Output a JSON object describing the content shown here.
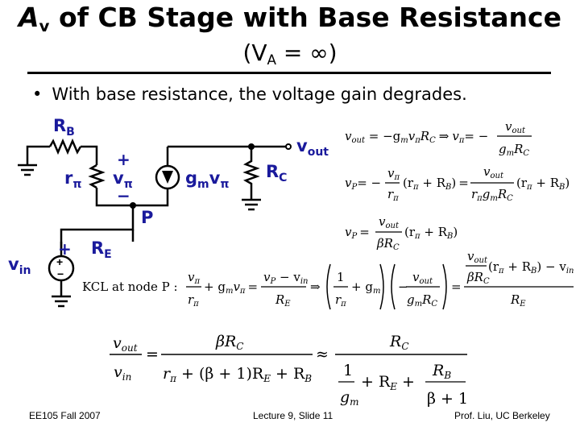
{
  "title": {
    "line1_a": "A",
    "line1_sub": "v",
    "line1_rest": " of CB Stage with Base Resistance",
    "line2_open": "(V",
    "line2_sub": "A",
    "line2_rest": " = ∞)"
  },
  "bullet": "With base resistance, the voltage gain degrades.",
  "circuit": {
    "rb": "R",
    "rb_sub": "B",
    "vout": "v",
    "vout_sub": "out",
    "plus1": "+",
    "minus1": "−",
    "rpi": "r",
    "rpi_sub": "π",
    "vpi": "v",
    "vpi_sub": "π",
    "gm": "g",
    "gm_sub": "m",
    "gm_v": "v",
    "gm_v_sub": "π",
    "rc": "R",
    "rc_sub": "C",
    "node_p": "P",
    "plus2": "+",
    "re": "R",
    "re_sub": "E",
    "vin": "v",
    "vin_sub": "in",
    "colors": {
      "circuit_blue": "#1a1a9c"
    }
  },
  "equations": {
    "eq1": {
      "lhs": "v",
      "lhs_sub": "out",
      "mid": " = −g",
      "mid_sub": "m",
      "mid2": "v",
      "mid2_sub": "π",
      "mid3": "R",
      "mid3_sub": "C",
      "arrow": "⇒",
      "v": "v",
      "v_sub": "π",
      "eq": "= −",
      "num": "v",
      "num_sub": "out",
      "den": "g",
      "den_sub": "m",
      "den2": "R",
      "den2_sub": "C"
    },
    "eq2": {
      "lhs": "v",
      "lhs_sub": "P",
      "eq": "= −",
      "n1": "v",
      "n1_sub": "π",
      "d1": "r",
      "d1_sub": "π",
      "p1": "(r",
      "p1_sub": "π",
      "p1b": " + R",
      "p1b_sub": "B",
      "p1c": ")",
      "eq2": "=",
      "n2": "v",
      "n2_sub": "out",
      "d2": "r",
      "d2_sub": "π",
      "d2b": "g",
      "d2b_sub": "m",
      "d2c": "R",
      "d2c_sub": "C",
      "p2": "(r",
      "p2_sub": "π",
      "p2b": " + R",
      "p2b_sub": "B",
      "p2c": ")"
    },
    "eq3": {
      "lhs": "v",
      "lhs_sub": "P",
      "eq": "=",
      "n": "v",
      "n_sub": "out",
      "d": "βR",
      "d_sub": "C",
      "p": "(r",
      "p_sub": "π",
      "pb": " + R",
      "pb_sub": "B",
      "pc": ")"
    },
    "kcl": {
      "label": "KCL at node P :",
      "n1": "v",
      "n1_sub": "π",
      "d1": "r",
      "d1_sub": "π",
      "t2": "+ g",
      "t2_sub": "m",
      "t2b": "v",
      "t2b_sub": "π",
      "eq": "=",
      "n3": "v",
      "n3_sub": "P",
      "n3b": " − v",
      "n3b_sub": "in",
      "d3": "R",
      "d3_sub": "E",
      "arrow": "⇒",
      "o1": "1",
      "o2": "r",
      "o2_sub": "π",
      "o3": "+ g",
      "o3_sub": "m",
      "o4": "v",
      "o4_sub": "out",
      "o5": "g",
      "o5_sub": "m",
      "o6": "R",
      "o6_sub": "C",
      "eq2": "=",
      "r1": "v",
      "r1_sub": "out",
      "r2": "βR",
      "r2_sub": "C",
      "r3": "(r",
      "r3_sub": "π",
      "r4": " + R",
      "r4_sub": "B",
      "r5": ") − v",
      "r5_sub": "in",
      "r6": "R",
      "r6_sub": "E"
    },
    "final": {
      "n": "v",
      "n_sub": "out",
      "d": "v",
      "d_sub": "in",
      "eq": "=",
      "n2": "βR",
      "n2_sub": "C",
      "d2": "r",
      "d2_sub": "π",
      "d2b": " + (β + 1)R",
      "d2b_sub": "E",
      "d2c": " + R",
      "d2c_sub": "B",
      "approx": "≈",
      "n3": "R",
      "n3_sub": "C",
      "q1": "1",
      "q2": "g",
      "q2_sub": "m",
      "q3": "+ R",
      "q3_sub": "E",
      "q4": "+",
      "q5": "R",
      "q5_sub": "B",
      "q6": "β + 1"
    }
  },
  "footer": {
    "left": "EE105 Fall 2007",
    "center": "Lecture 9, Slide 11",
    "right": "Prof. Liu, UC Berkeley"
  }
}
